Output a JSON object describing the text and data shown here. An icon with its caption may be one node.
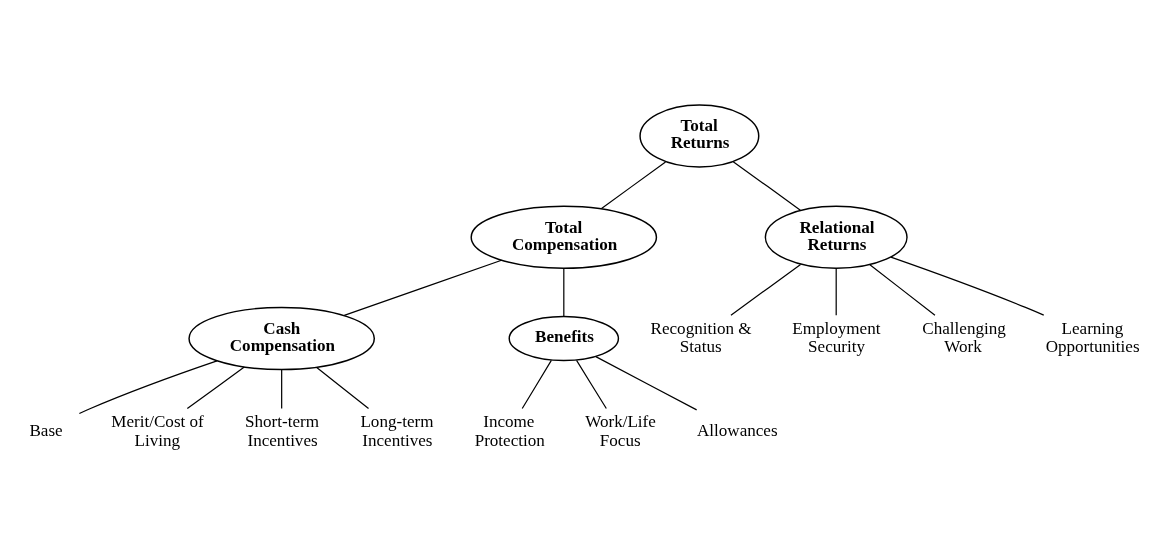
{
  "diagram": {
    "nodes": [
      {
        "text": [
          "Total Returns"
        ]
      },
      {
        "text": [
          "Total Compensation"
        ]
      },
      {
        "text": [
          "Relational Returns"
        ]
      },
      {
        "text": [
          "Cash Compensation"
        ]
      },
      {
        "text": [
          "Benefits"
        ]
      },
      {
        "text": [
          "Base"
        ]
      },
      {
        "text": [
          "Merit/Cost of Living"
        ]
      },
      {
        "text": [
          "Short-term Incentives"
        ]
      },
      {
        "text": [
          "Long-term Incentives"
        ]
      },
      {
        "text": [
          "Income Protection"
        ]
      },
      {
        "text": [
          "Work/Life Focus"
        ]
      },
      {
        "text": [
          "Allowances"
        ]
      },
      {
        "text": [
          "Recognition & Status"
        ]
      },
      {
        "text": [
          "Employment Security"
        ]
      },
      {
        "text": [
          "Challenging Work"
        ]
      },
      {
        "text": [
          "Learning Opportunities"
        ]
      }
    ],
    "edges": [
      {
        "from": 0,
        "to": 1,
        "arrow": "none"
      },
      {
        "from": 0,
        "to": 2,
        "arrow": "none"
      },
      {
        "from": 1,
        "to": 3,
        "arrow": "none"
      },
      {
        "from": 1,
        "to": 4,
        "arrow": "none"
      },
      {
        "from": 3,
        "to": 5,
        "arrow": "none"
      },
      {
        "from": 3,
        "to": 6,
        "arrow": "none"
      },
      {
        "from": 3,
        "to": 7,
        "arrow": "none"
      },
      {
        "from": 3,
        "to": 8,
        "arrow": "none"
      },
      {
        "from": 4,
        "to": 9,
        "arrow": "none"
      },
      {
        "from": 4,
        "to": 10,
        "arrow": "none"
      },
      {
        "from": 4,
        "to": 11,
        "arrow": "none"
      },
      {
        "from": 2,
        "to": 12,
        "arrow": "none"
      },
      {
        "from": 2,
        "to": 13,
        "arrow": "none"
      },
      {
        "from": 2,
        "to": 14,
        "arrow": "none"
      },
      {
        "from": 2,
        "to": 15,
        "arrow": "none"
      }
    ]
  }
}
